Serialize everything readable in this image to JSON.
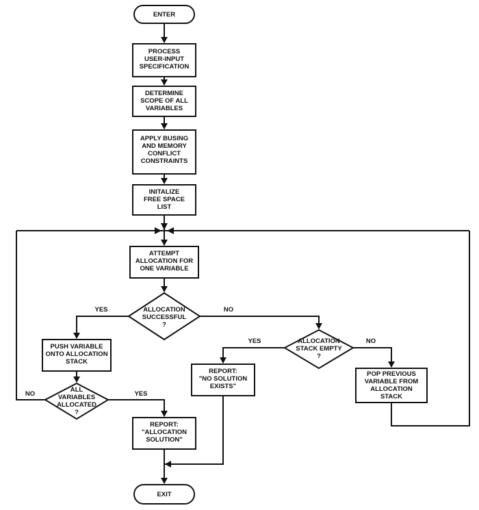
{
  "nodes": {
    "enter": {
      "lines": [
        "ENTER"
      ]
    },
    "process": {
      "lines": [
        "PROCESS",
        "USER-INPUT",
        "SPECIFICATION"
      ]
    },
    "scope": {
      "lines": [
        "DETERMINE",
        "SCOPE OF ALL",
        "VARIABLES"
      ]
    },
    "constraints": {
      "lines": [
        "APPLY BUSING",
        "AND MEMORY",
        "CONFLICT",
        "CONSTRAINTS"
      ]
    },
    "init": {
      "lines": [
        "INITALIZE",
        "FREE SPACE",
        "LIST"
      ]
    },
    "attempt": {
      "lines": [
        "ATTEMPT",
        "ALLOCATION FOR",
        "ONE VARIABLE"
      ]
    },
    "success": {
      "lines": [
        "ALLOCATION",
        "SUCCESSFUL",
        "?"
      ]
    },
    "push": {
      "lines": [
        "PUSH VARIABLE",
        "ONTO ALLOCATION",
        "STACK"
      ]
    },
    "stackempty": {
      "lines": [
        "ALLOCATION",
        "STACK EMPTY",
        "?"
      ]
    },
    "nosolution": {
      "lines": [
        "REPORT:",
        "\"NO SOLUTION",
        "EXISTS\""
      ]
    },
    "pop": {
      "lines": [
        "POP PREVIOUS",
        "VARIABLE FROM",
        "ALLOCATION",
        "STACK"
      ]
    },
    "allallocated": {
      "lines": [
        "ALL",
        "VARIABLES",
        "ALLOCATED",
        "?"
      ]
    },
    "reportsolution": {
      "lines": [
        "REPORT:",
        "\"ALLOCATION",
        "SOLUTION\""
      ]
    },
    "exit": {
      "lines": [
        "EXIT"
      ]
    }
  },
  "edge_labels": {
    "success_yes": "YES",
    "success_no": "NO",
    "stack_yes": "YES",
    "stack_no": "NO",
    "all_no": "NO",
    "all_yes": "YES"
  }
}
